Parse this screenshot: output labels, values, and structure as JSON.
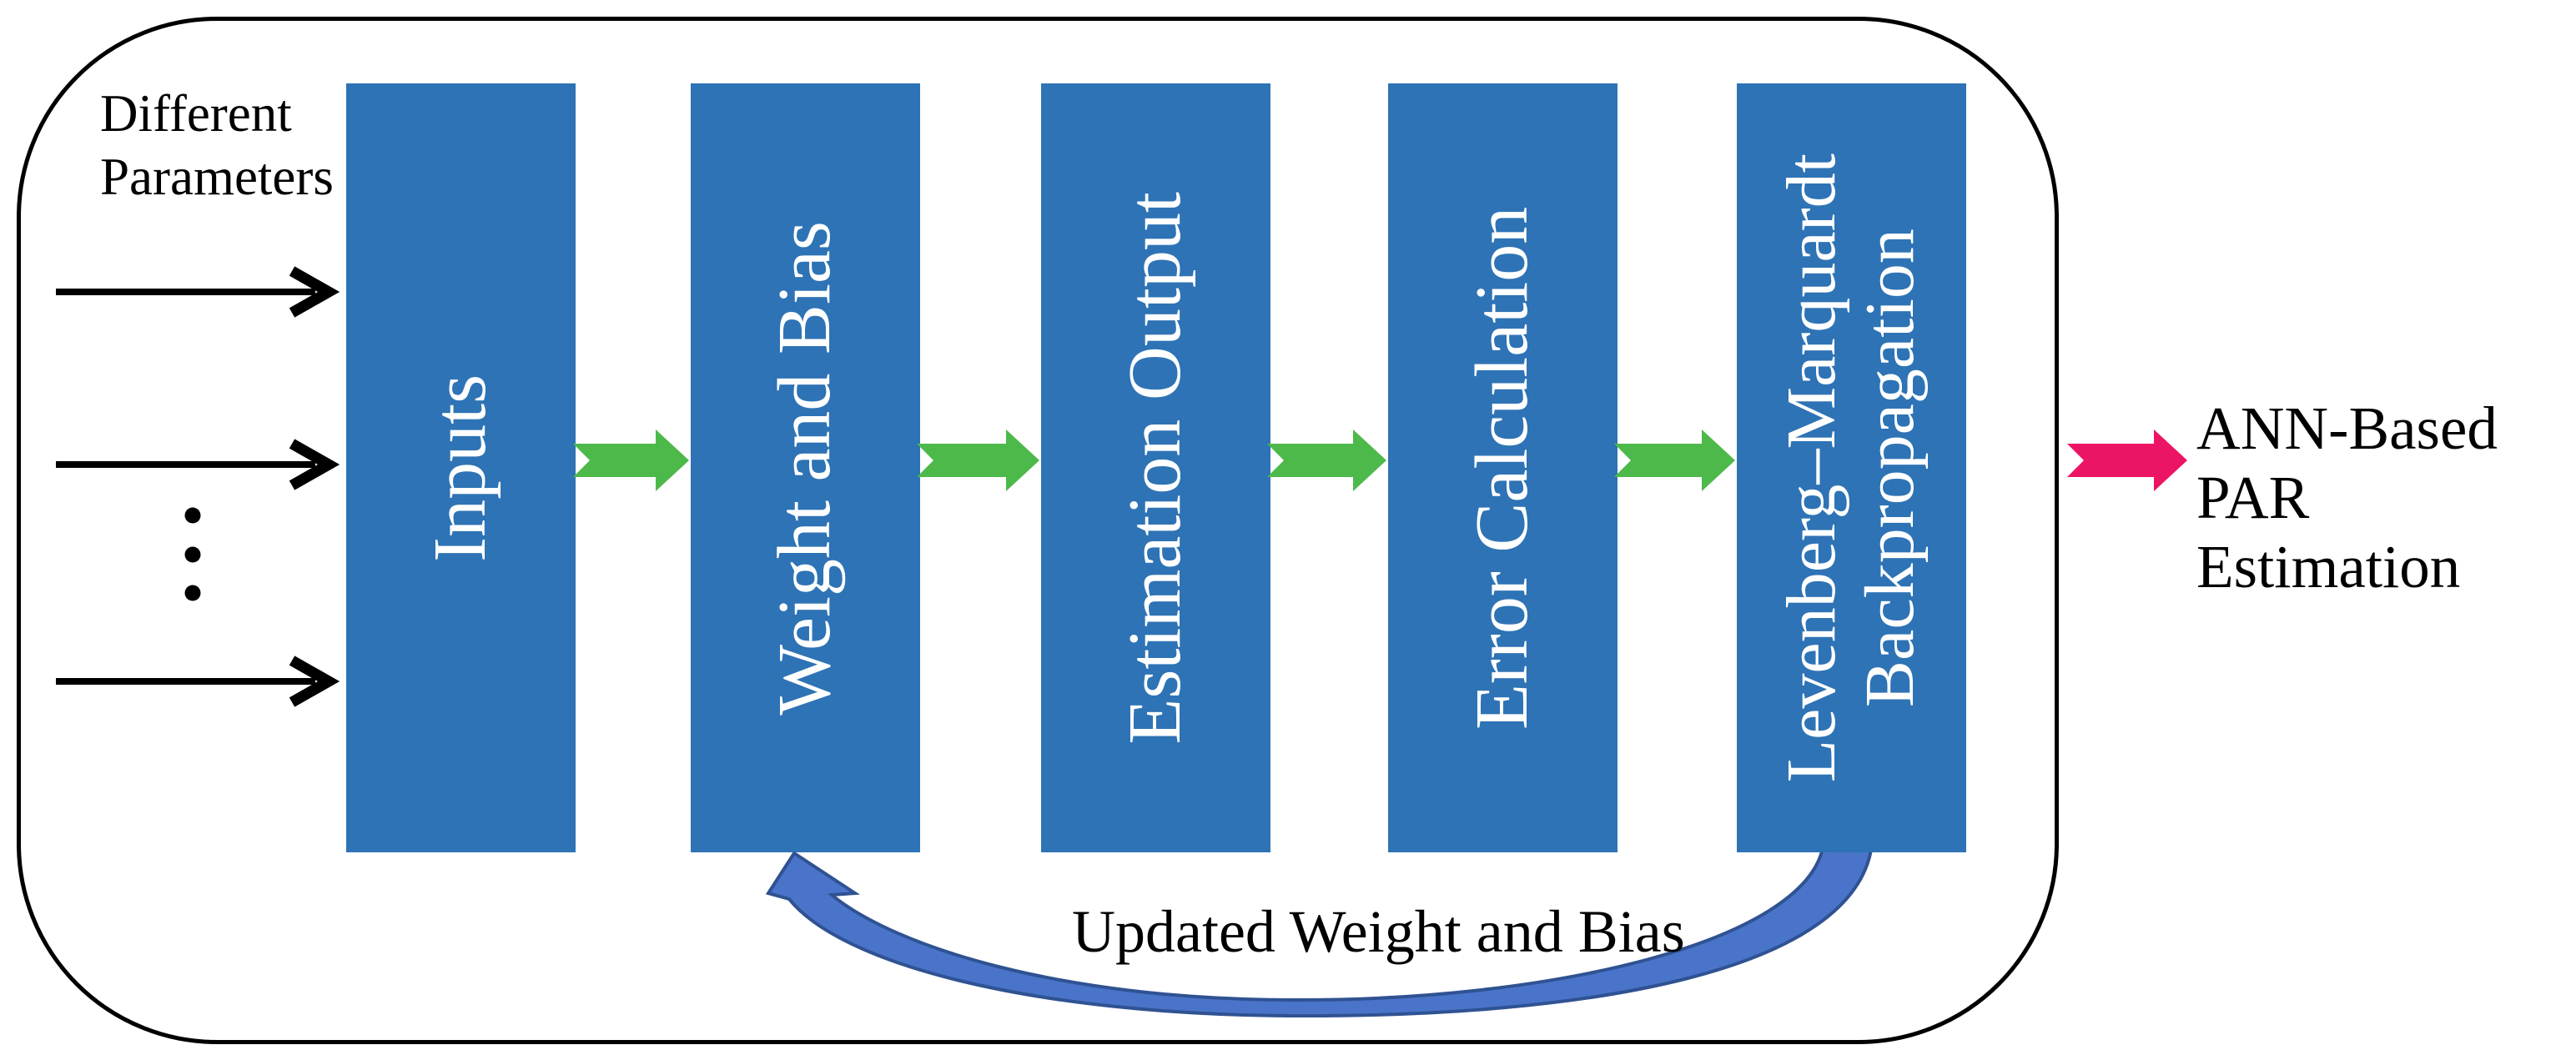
{
  "labels": {
    "input_source": {
      "line1": "Different",
      "line2": "Parameters"
    },
    "boxes": [
      {
        "label": "Inputs"
      },
      {
        "label": "Weight and Bias"
      },
      {
        "label": "Estimation Output"
      },
      {
        "label": "Error Calculation"
      },
      {
        "label_line1": "Levenberg–Marquardt",
        "label_line2": "Backpropagation"
      }
    ],
    "feedback": "Updated Weight and Bias",
    "output": {
      "line1": "ANN-Based",
      "line2": "PAR Estimation"
    }
  },
  "colors": {
    "box_blue": "#2E73B5",
    "flow_arrow_green": "#4DB94A",
    "output_arrow_pink": "#EC1464",
    "feedback_arrow_fill": "#4A74CA",
    "feedback_arrow_stroke": "#2F5292",
    "frame_black": "#000000",
    "box_text_white": "#FFFFFF"
  },
  "shapes": {
    "flow_arrow": "notched-right-arrow",
    "output_arrow": "notched-right-arrow",
    "feedback_arrow": "curved-tapered-arrow",
    "input_arrows": "open-head-line-arrow",
    "ellipsis": "vertical-three-dots"
  }
}
